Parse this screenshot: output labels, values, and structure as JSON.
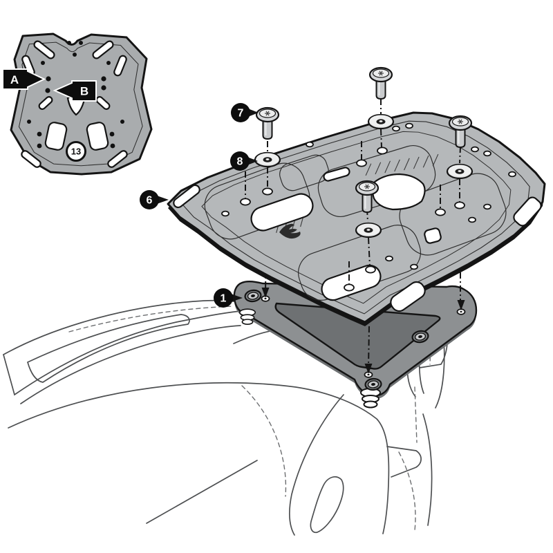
{
  "callouts": {
    "step1": "1",
    "step6": "6",
    "step7": "7",
    "step8": "8",
    "part13": "13",
    "posA": "A",
    "posB": "B"
  },
  "colors": {
    "background": "#ffffff",
    "rack_plate_gray": "#b5b8ba",
    "inset_plate_gray": "#a9acae",
    "adapter_gray": "#8d9092",
    "outline_black": "#141414",
    "line_art_gray": "#4d4f51",
    "callout_bg": "#0d0d0d",
    "callout_text": "#ffffff",
    "hardware_gray": "#c9cbcd"
  }
}
